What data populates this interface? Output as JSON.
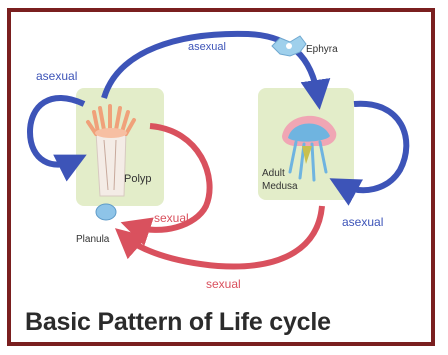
{
  "title": "Basic Pattern of Life cycle",
  "stages": {
    "polyp": "Polyp",
    "planula": "Planula",
    "ephyra": "Ephyra",
    "adult_medusa_line1": "Adult",
    "adult_medusa_line2": "Medusa"
  },
  "arrows": {
    "asexual_left": "asexual",
    "asexual_top": "asexual",
    "asexual_right": "asexual",
    "sexual_middle": "sexual",
    "sexual_bottom": "sexual"
  },
  "colors": {
    "frame": "#7a1f1f",
    "asexual_arrow": "#3d54b8",
    "sexual_arrow": "#d9515e",
    "stage_background": "#e3edc9",
    "label_blue": "#3d54b8",
    "label_red": "#d9515e"
  }
}
